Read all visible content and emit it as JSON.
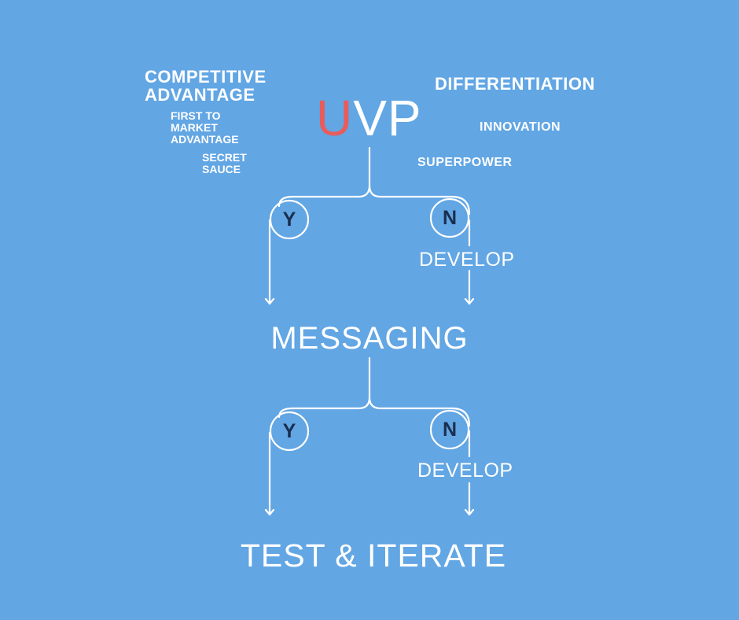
{
  "colors": {
    "background": "#62a6e4",
    "text": "#ffffff",
    "accent": "#e85c5c",
    "line": "#ffffff",
    "node_label": "#1b2e4f"
  },
  "uvp": {
    "first": "U",
    "rest": "VP"
  },
  "cloud": {
    "competitive_advantage": [
      "COMPETITIVE",
      "ADVANTAGE"
    ],
    "first_to_market": [
      "FIRST TO",
      "MARKET",
      "ADVANTAGE"
    ],
    "secret_sauce": [
      "SECRET",
      "SAUCE"
    ],
    "differentiation": "DIFFERENTIATION",
    "innovation": "INNOVATION",
    "superpower": "SUPERPOWER"
  },
  "decision_1": {
    "yes": "Y",
    "no": "N",
    "no_action": "DEVELOP"
  },
  "messaging": "MESSAGING",
  "decision_2": {
    "yes": "Y",
    "no": "N",
    "no_action": "DEVELOP"
  },
  "final": "TEST & ITERATE"
}
